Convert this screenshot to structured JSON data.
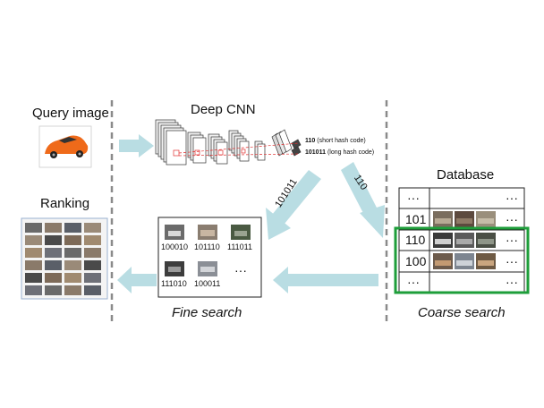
{
  "labels": {
    "query": "Query image",
    "cnn": "Deep CNN",
    "database": "Database",
    "ranking": "Ranking",
    "fine": "Fine search",
    "coarse": "Coarse search"
  },
  "cnn_codes": {
    "short_bits": "110",
    "short_desc": "(short hash code)",
    "long_bits": "101011",
    "long_desc": "(long hash code)"
  },
  "arrow_labels": {
    "long_code": "101011",
    "short_code": "110"
  },
  "fine_results": [
    "100010",
    "101110",
    "111011",
    "111010",
    "100011"
  ],
  "fine_ellipsis": "···",
  "database_rows": [
    {
      "code": "···",
      "more": "···"
    },
    {
      "code": "101",
      "more": "···"
    },
    {
      "code": "110",
      "more": "···"
    },
    {
      "code": "100",
      "more": "···"
    },
    {
      "code": "···",
      "more": "···"
    }
  ],
  "colors": {
    "arrow": "#b9dde3",
    "highlight": "#1e9e3a",
    "divider": "#8a8a8a",
    "cnn_red": "#e03030"
  }
}
